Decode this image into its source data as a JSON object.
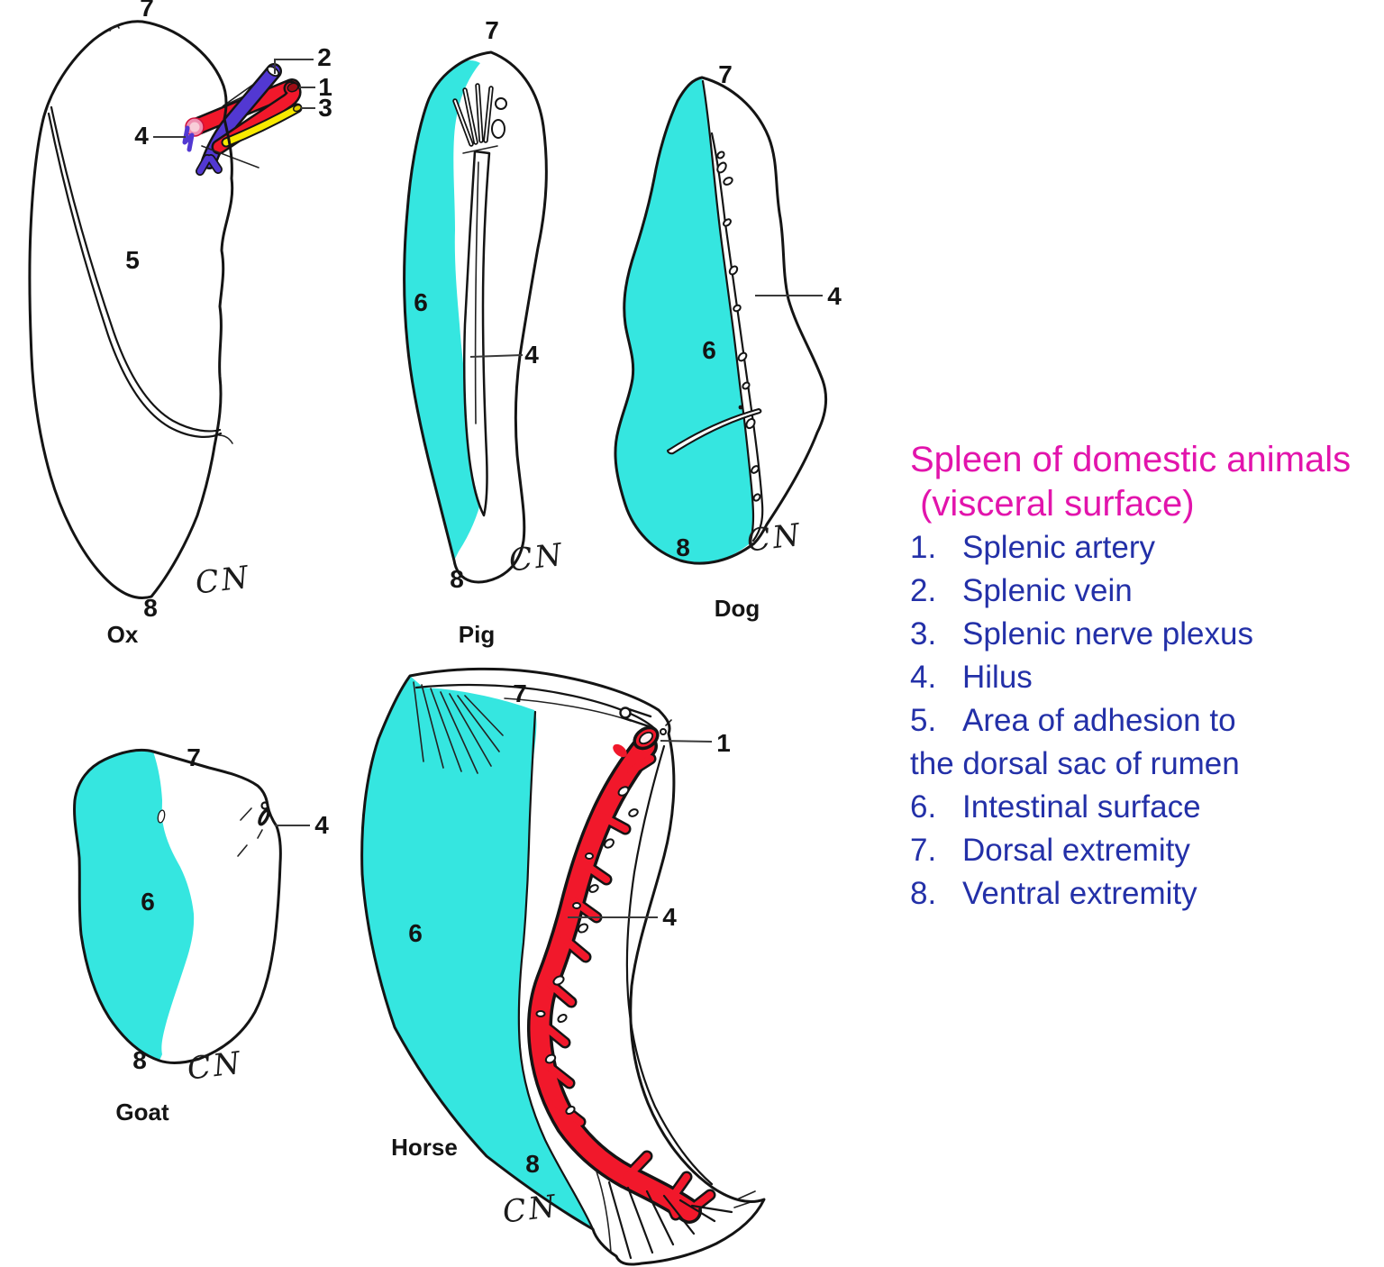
{
  "legend": {
    "title_lines": [
      "Spleen of domestic animals",
      " (visceral surface)"
    ],
    "title_color": "#e214ac",
    "item_color": "#2330a8",
    "items": [
      {
        "num": "1.",
        "label": "Splenic artery",
        "label2": ""
      },
      {
        "num": "2.",
        "label": "Splenic vein",
        "label2": ""
      },
      {
        "num": "3.",
        "label": "Splenic nerve plexus",
        "label2": ""
      },
      {
        "num": "4.",
        "label": "Hilus",
        "label2": ""
      },
      {
        "num": "5.",
        "label": "Area of adhesion to",
        "label2": "the dorsal sac of rumen"
      },
      {
        "num": "6.",
        "label": "Intestinal surface",
        "label2": ""
      },
      {
        "num": "7.",
        "label": "Dorsal extremity",
        "label2": ""
      },
      {
        "num": "8.",
        "label": "Ventral extremity",
        "label2": ""
      }
    ]
  },
  "figures": {
    "ox": {
      "caption": "Ox",
      "signature": "CN",
      "labels": {
        "n1": "1",
        "n2": "2",
        "n3": "3",
        "n4": "4",
        "n5": "5",
        "n7": "7",
        "n8": "8"
      }
    },
    "pig": {
      "caption": "Pig",
      "signature": "CN",
      "labels": {
        "n4": "4",
        "n6": "6",
        "n7": "7",
        "n8": "8"
      }
    },
    "dog": {
      "caption": "Dog",
      "signature": "CN",
      "labels": {
        "n4": "4",
        "n6": "6",
        "n7": "7",
        "n8": "8"
      }
    },
    "goat": {
      "caption": "Goat",
      "signature": "CN",
      "labels": {
        "n4": "4",
        "n6": "6",
        "n7": "7",
        "n8": "8"
      }
    },
    "horse": {
      "caption": "Horse",
      "signature": "CN",
      "labels": {
        "n1": "1",
        "n4": "4",
        "n6": "6",
        "n7": "7",
        "n8": "8"
      }
    }
  },
  "colors": {
    "intestinal_surface_cyan": "#35e6e0",
    "artery_red": "#f1182b",
    "vein_blue": "#5238d2",
    "nerve_yellow": "#f8ea00",
    "outline_black": "#141414"
  }
}
